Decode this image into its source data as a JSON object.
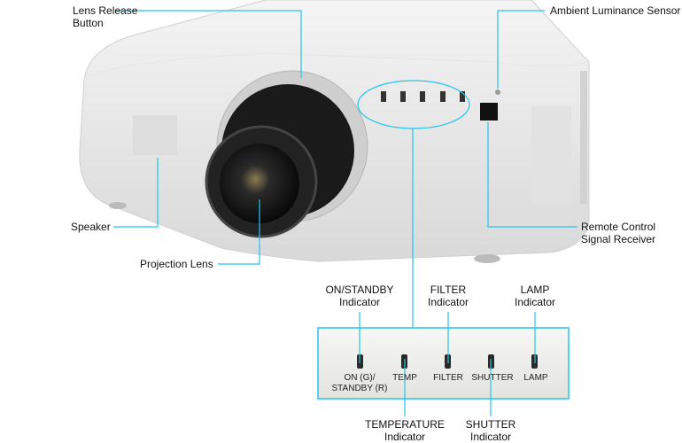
{
  "callouts": {
    "lens_release": [
      "Lens Release",
      "Button"
    ],
    "ambient_sensor": "Ambient Luminance Sensor",
    "speaker": "Speaker",
    "projection_lens": "Projection Lens",
    "remote_receiver": [
      "Remote Control",
      "Signal Receiver"
    ],
    "on_standby": [
      "ON/STANDBY",
      "Indicator"
    ],
    "filter": [
      "FILTER",
      "Indicator"
    ],
    "lamp": [
      "LAMP",
      "Indicator"
    ],
    "temperature": [
      "TEMPERATURE",
      "Indicator"
    ],
    "shutter": [
      "SHUTTER",
      "Indicator"
    ]
  },
  "panel_labels": {
    "on_standby": [
      "ON (G)/",
      "STANDBY (R)"
    ],
    "temp": "TEMP",
    "filter": "FILTER",
    "shutter": "SHUTTER",
    "lamp": "LAMP"
  },
  "colors": {
    "callout_line": "#22c4ec"
  }
}
